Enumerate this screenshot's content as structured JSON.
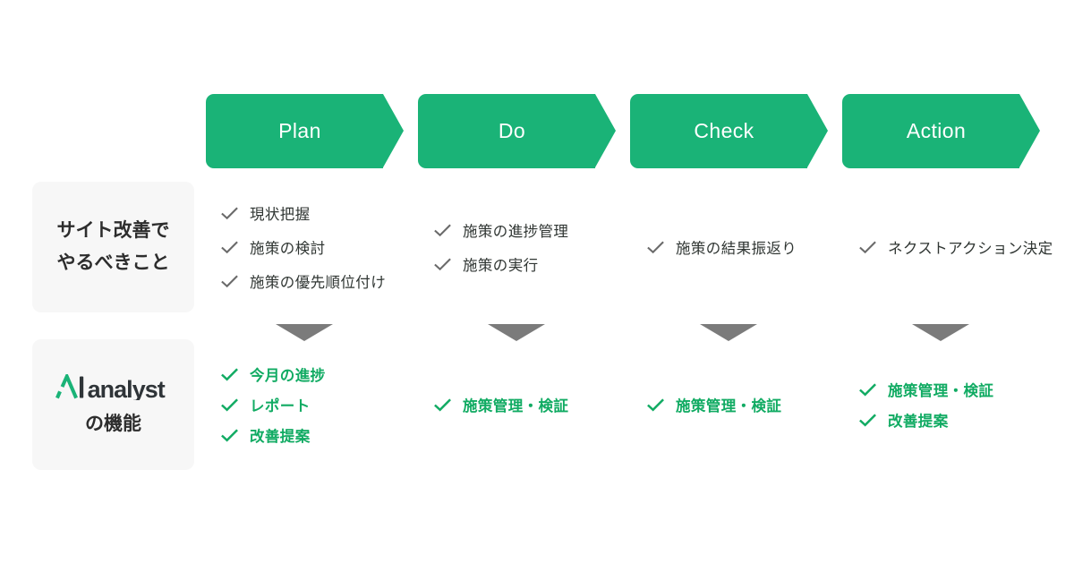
{
  "colors": {
    "header_green": "#1ab377",
    "item_green": "#11ab63",
    "check_gray": "#6a6a6a",
    "text_dark": "#303633",
    "label_box_bg": "#f7f7f7",
    "down_arrow_gray": "#7b7b7b"
  },
  "icons": {
    "check": "check-icon",
    "down_arrow": "down-arrow-icon",
    "ai_logo_mark": "ai-analyst-logo-mark"
  },
  "rows": {
    "tasks_label": {
      "line1": "サイト改善で",
      "line2": "やるべきこと"
    },
    "features_label": {
      "logo_ai": "AI",
      "logo_analyst": "analyst",
      "suffix": "の機能"
    }
  },
  "columns": [
    {
      "header": "Plan",
      "tasks": [
        "現状把握",
        "施策の検討",
        "施策の優先順位付け"
      ],
      "features": [
        "今月の進捗",
        "レポート",
        "改善提案"
      ]
    },
    {
      "header": "Do",
      "tasks": [
        "施策の進捗管理",
        "施策の実行"
      ],
      "features": [
        "施策管理・検証"
      ]
    },
    {
      "header": "Check",
      "tasks": [
        "施策の結果振返り"
      ],
      "features": [
        "施策管理・検証"
      ]
    },
    {
      "header": "Action",
      "tasks": [
        "ネクストアクション決定"
      ],
      "features": [
        "施策管理・検証",
        "改善提案"
      ]
    }
  ]
}
